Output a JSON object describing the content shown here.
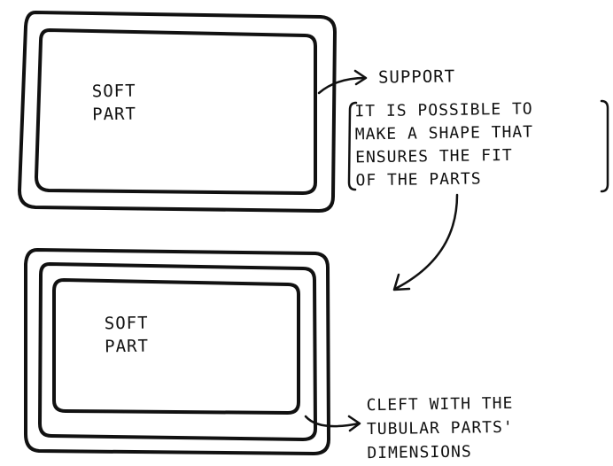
{
  "top_part": {
    "label_line1": "SOFT",
    "label_line2": "PART"
  },
  "bottom_part": {
    "label_line1": "SOFT",
    "label_line2": "PART"
  },
  "support_label": "SUPPORT",
  "support_note": [
    "IT IS POSSIBLE TO",
    "MAKE A SHAPE THAT",
    "ENSURES THE FIT",
    "OF THE PARTS"
  ],
  "cleft_note": [
    "CLEFT WITH THE",
    "TUBULAR PARTS'",
    "DIMENSIONS"
  ]
}
